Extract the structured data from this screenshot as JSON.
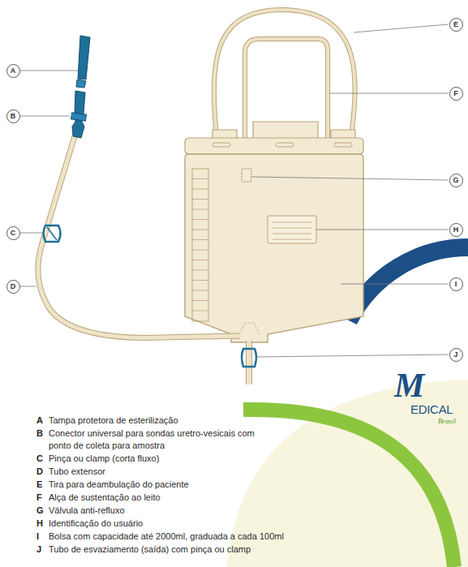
{
  "diagram": {
    "nodes": [
      {
        "text": [
          "A"
        ]
      },
      {
        "text": [
          "B"
        ]
      },
      {
        "text": [
          "C"
        ]
      },
      {
        "text": [
          "D"
        ]
      },
      {
        "text": [
          "E"
        ]
      },
      {
        "text": [
          "F"
        ]
      },
      {
        "text": [
          "G"
        ]
      },
      {
        "text": [
          "H"
        ]
      },
      {
        "text": [
          "I"
        ]
      },
      {
        "text": [
          "J"
        ]
      }
    ],
    "labels": [
      "A",
      "Tampa protetora de esterilização",
      "B",
      "Conector universal para sondas uretro-vesicais com ponto de coleta para amostra",
      "C",
      "Pinça ou clamp (corta fluxo)",
      "D",
      "Tubo extensor",
      "E",
      "Tira para deambulação do paciente",
      "F",
      "Alça de sustentação ao leito",
      "G",
      "Válvula anti-refluxo",
      "H",
      "Identificação do usuário",
      "I",
      "Bolsa com capacidade até 2000ml, graduada a cada 100ml",
      "J",
      "Tubo de esvaziamento (saída) com pinça ou clamp",
      "M",
      "EDICAL",
      "Brasil"
    ]
  }
}
